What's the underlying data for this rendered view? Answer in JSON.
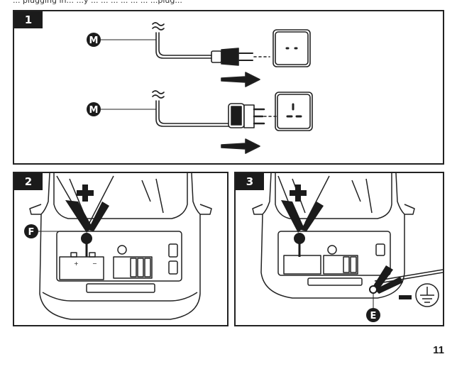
{
  "page": {
    "top_text": "... plugging in... ...y ... ... ... ... ... ... ...plug...",
    "page_number": "11"
  },
  "panels": [
    {
      "number": "1",
      "labels": [
        "M",
        "M"
      ]
    },
    {
      "number": "2",
      "labels": [
        "F"
      ]
    },
    {
      "number": "3",
      "labels": [
        "E"
      ]
    }
  ],
  "colors": {
    "ink": "#1b1b1b",
    "line": "#222222",
    "fill": "#ffffff"
  }
}
